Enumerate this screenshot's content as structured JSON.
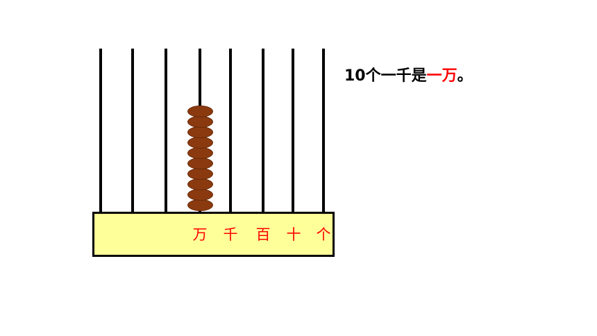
{
  "abacus": {
    "rods": 8,
    "place_labels": [
      "万",
      "千",
      "百",
      "十",
      "个"
    ],
    "beads": [
      {
        "place": "万",
        "count": 10
      }
    ],
    "bead_color": "#8b3a10",
    "base_color": "#ffff99",
    "label_color": "#ff0000"
  },
  "caption": {
    "prefix": "10个一千是",
    "highlight": "一万",
    "suffix": "。"
  }
}
